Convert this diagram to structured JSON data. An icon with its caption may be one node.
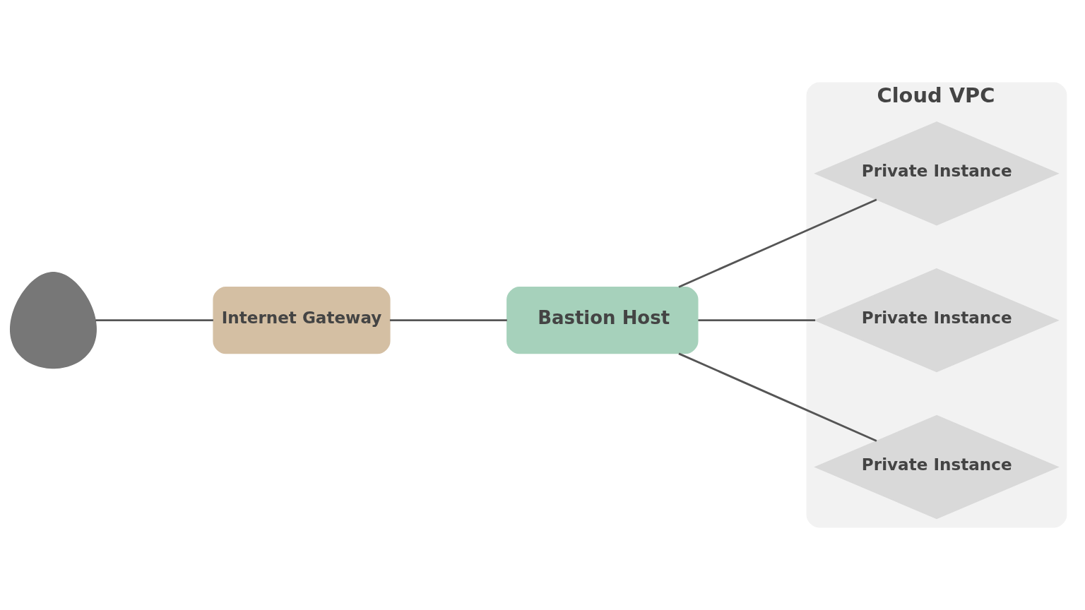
{
  "diagram": {
    "nodes": [
      {
        "text": [],
        "shape": "person"
      },
      {
        "text": [
          "Internet Gateway"
        ]
      },
      {
        "text": [
          "Bastion Host"
        ]
      },
      {
        "text": [
          "Cloud VPC"
        ]
      },
      {
        "text": [
          "Private Instance"
        ],
        "in": 3
      },
      {
        "text": [
          "Private Instance"
        ],
        "in": 3
      },
      {
        "text": [
          "Private Instance"
        ],
        "in": 3
      }
    ],
    "edges": [
      {
        "from": 0,
        "to": 1,
        "arrow": "none"
      },
      {
        "from": 1,
        "to": 2,
        "arrow": "none"
      },
      {
        "from": 2,
        "to": 4,
        "arrow": "none"
      },
      {
        "from": 2,
        "to": 5,
        "arrow": "none"
      },
      {
        "from": 2,
        "to": 6,
        "arrow": "none"
      }
    ]
  }
}
